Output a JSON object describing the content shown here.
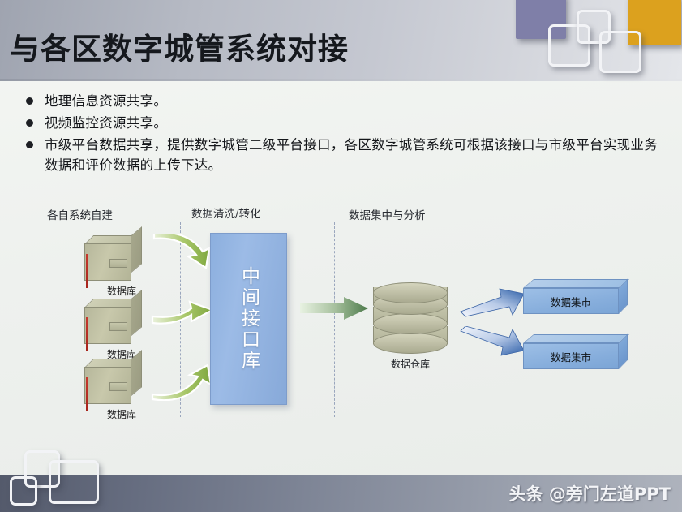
{
  "slide": {
    "title": "与各区数字城管系统对接",
    "bullets": [
      "地理信息资源共享。",
      "视频监控资源共享。",
      "市级平台数据共享，提供数字城管二级平台接口，各区数字城管系统可根据该接口与市级平台实现业务数据和评价数据的上传下达。"
    ],
    "watermark": "头条 @旁门左道PPT"
  },
  "diagram": {
    "column_headers": [
      "各自系统自建",
      "数据清洗/转化",
      "数据集中与分析"
    ],
    "source_databases": [
      "数据库",
      "数据库",
      "数据库"
    ],
    "middleware": "中间接口库",
    "warehouse": "数据仓库",
    "data_marts": [
      "数据集市",
      "数据集市"
    ],
    "flow_arrows": {
      "sources_to_middleware": 3,
      "middleware_to_warehouse": 1,
      "warehouse_to_marts": 2
    }
  },
  "colors": {
    "title_band": "#b6bac4",
    "bottom_band": "#7e8596",
    "deco_purple": "#7f7fa8",
    "deco_gold": "#dca11e",
    "middleware_blue": "#8cafde",
    "mart_blue": "#87aedc",
    "database_khaki": "#c8c8ab",
    "database_accent_red": "#c7392e",
    "green_arrow": "#8cb64e",
    "blue_arrow": "#2d5fa8",
    "background": "#eef1ee"
  }
}
